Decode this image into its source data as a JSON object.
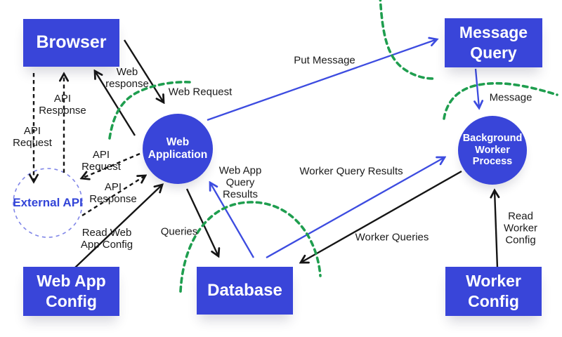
{
  "diagram": {
    "kind": "web-application-architecture",
    "colors": {
      "background": "#ffffff",
      "node_fill": "#3945d9",
      "node_text": "#ffffff",
      "black_arrow": "#151515",
      "blue_arrow": "#3d4ce0",
      "green_dash": "#1f9e4f",
      "label_text": "#1a1a1a",
      "external_api_text": "#3345d8",
      "external_api_border": "#8086e8"
    },
    "nodes": {
      "browser": {
        "label": "Browser",
        "shape": "rect"
      },
      "message_query": {
        "label": "Message Query",
        "shape": "rect"
      },
      "web_application": {
        "label": "Web Application",
        "shape": "circle"
      },
      "background_worker": {
        "label": "Background Worker Process",
        "shape": "circle"
      },
      "external_api": {
        "label": "External API",
        "shape": "dashed-circle"
      },
      "web_app_config": {
        "label": "Web App Config",
        "shape": "rect"
      },
      "database": {
        "label": "Database",
        "shape": "rect"
      },
      "worker_config": {
        "label": "Worker Config",
        "shape": "rect"
      }
    },
    "edge_labels": {
      "web_request": "Web Request",
      "web_response": "Web\nresponse",
      "api_request_browser": "API\nRequest",
      "api_response_browser": "API\nResponse",
      "api_request_webapp": "API\nRequest",
      "api_response_webapp": "API\nResponse",
      "put_message": "Put Message",
      "message": "Message",
      "queries": "Queries",
      "web_app_query_results": "Web App\nQuery\nResults",
      "worker_queries": "Worker Queries",
      "worker_query_results": "Worker Query Results",
      "read_web_app_config": "Read Web\nApp Config",
      "read_worker_config": "Read\nWorker\nConfig"
    },
    "edges": [
      {
        "from": "browser",
        "to": "web_application",
        "label": "Web Request",
        "style": "solid",
        "color": "black"
      },
      {
        "from": "web_application",
        "to": "browser",
        "label": "Web response",
        "style": "solid",
        "color": "black"
      },
      {
        "from": "browser",
        "to": "external_api",
        "label": "API Request",
        "style": "dashed",
        "color": "black"
      },
      {
        "from": "external_api",
        "to": "browser",
        "label": "API Response",
        "style": "dashed",
        "color": "black"
      },
      {
        "from": "web_application",
        "to": "external_api",
        "label": "API Request",
        "style": "dashed",
        "color": "black"
      },
      {
        "from": "external_api",
        "to": "web_application",
        "label": "API Response",
        "style": "dashed",
        "color": "black"
      },
      {
        "from": "web_application",
        "to": "message_query",
        "label": "Put Message",
        "style": "solid",
        "color": "blue"
      },
      {
        "from": "message_query",
        "to": "background_worker",
        "label": "Message",
        "style": "solid",
        "color": "blue"
      },
      {
        "from": "web_application",
        "to": "database",
        "label": "Queries",
        "style": "solid",
        "color": "black"
      },
      {
        "from": "database",
        "to": "web_application",
        "label": "Web App Query Results",
        "style": "solid",
        "color": "blue"
      },
      {
        "from": "background_worker",
        "to": "database",
        "label": "Worker Queries",
        "style": "solid",
        "color": "black"
      },
      {
        "from": "database",
        "to": "background_worker",
        "label": "Worker Query Results",
        "style": "solid",
        "color": "blue"
      },
      {
        "from": "web_app_config",
        "to": "web_application",
        "label": "Read Web App Config",
        "style": "solid",
        "color": "black"
      },
      {
        "from": "worker_config",
        "to": "background_worker",
        "label": "Read Worker Config",
        "style": "solid",
        "color": "black"
      }
    ],
    "decorations": [
      "green-dashed-curve-top",
      "green-dashed-curve-worker",
      "green-dashed-curve-webapp",
      "green-dashed-curve-database"
    ]
  }
}
